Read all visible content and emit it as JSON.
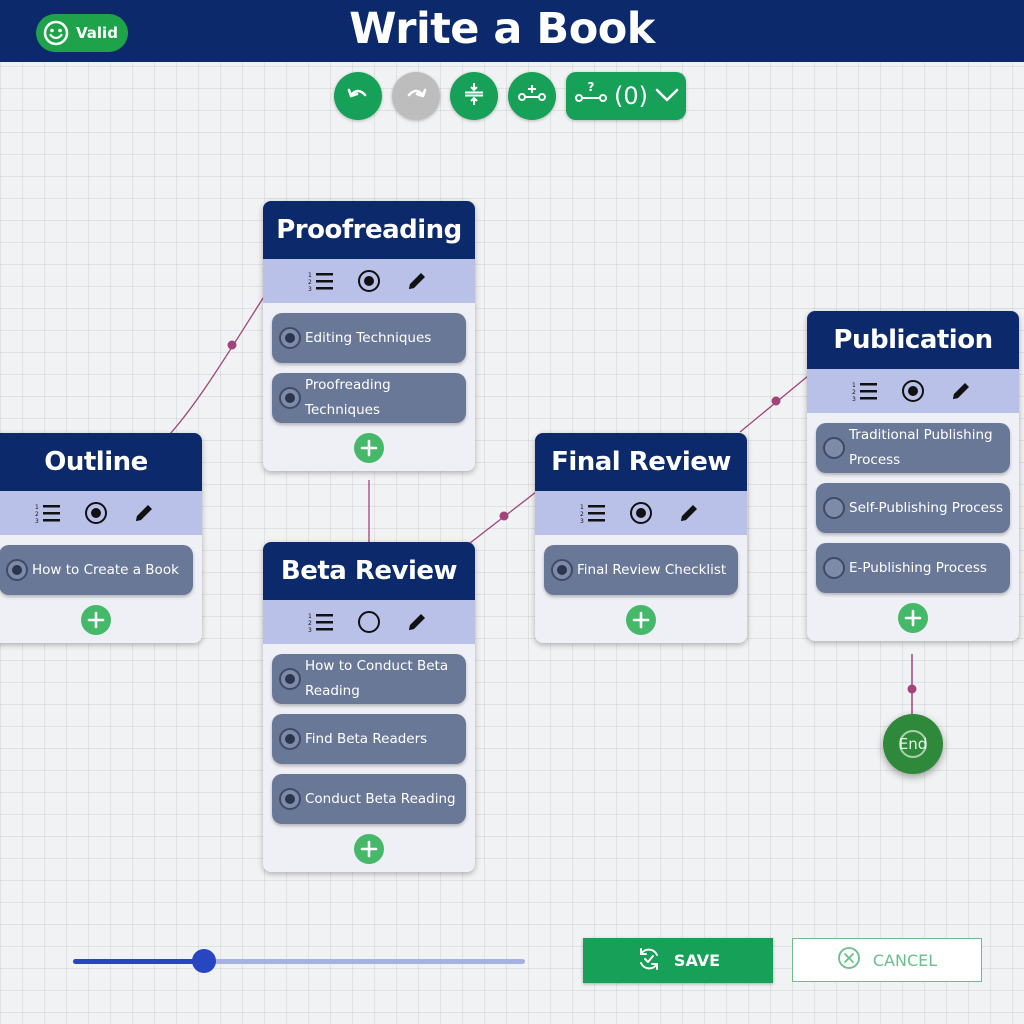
{
  "header": {
    "title": "Write a Book",
    "status_badge": "Valid"
  },
  "toolbar": {
    "buttons": [
      {
        "name": "undo",
        "icon": "undo-icon",
        "enabled": true
      },
      {
        "name": "redo",
        "icon": "redo-icon",
        "enabled": false
      },
      {
        "name": "compact",
        "icon": "compress-vertical-icon",
        "enabled": true
      },
      {
        "name": "add-connection",
        "icon": "add-connector-icon",
        "enabled": true
      }
    ],
    "conditions_label": "(0)",
    "conditions_icon": "conditional-path-icon"
  },
  "stages": [
    {
      "id": "outline",
      "title": "Outline",
      "all_selected": true,
      "items": [
        {
          "label": "How to Create a Book",
          "selected": true
        }
      ]
    },
    {
      "id": "proofreading",
      "title": "Proofreading",
      "all_selected": true,
      "items": [
        {
          "label": "Editing Techniques",
          "selected": true
        },
        {
          "label": "Proofreading Techniques",
          "selected": true
        }
      ]
    },
    {
      "id": "beta-review",
      "title": "Beta Review",
      "all_selected": false,
      "items": [
        {
          "label": "How to Conduct Beta Reading",
          "selected": true
        },
        {
          "label": "Find Beta Readers",
          "selected": true
        },
        {
          "label": "Conduct Beta Reading",
          "selected": true
        }
      ]
    },
    {
      "id": "final-review",
      "title": "Final Review",
      "all_selected": true,
      "items": [
        {
          "label": "Final Review Checklist",
          "selected": true
        }
      ]
    },
    {
      "id": "publication",
      "title": "Publication",
      "all_selected": true,
      "items": [
        {
          "label": "Traditional Publishing Process",
          "selected": false
        },
        {
          "label": "Self-Publishing Process",
          "selected": false
        },
        {
          "label": "E-Publishing Process",
          "selected": false
        }
      ]
    }
  ],
  "end_node": {
    "label": "End"
  },
  "zoom": {
    "value": 0.29
  },
  "actions": {
    "save_label": "SAVE",
    "cancel_label": "CANCEL"
  },
  "colors": {
    "header": "#0c2a6b",
    "accent_green": "#17a057",
    "card_toolbar": "#b9c1e8",
    "item_bg": "#6a7898",
    "connector": "#a0447a",
    "slider": "#2845c2"
  }
}
